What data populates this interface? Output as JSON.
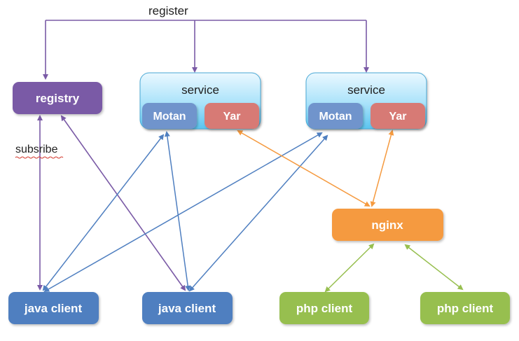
{
  "colors": {
    "purple": "#7a5aa6",
    "service_top": "#e6f6ff",
    "service_bottom": "#5cc6f0",
    "motan": "#6f94cc",
    "yar": "#d77a74",
    "blue": "#4f7fc0",
    "orange": "#f59a3f",
    "green": "#97bf4f",
    "text_dark": "#222222",
    "text_light": "#ffffff"
  },
  "labels": {
    "register": "register",
    "subscribe": "subsribe"
  },
  "nodes": {
    "registry": "registry",
    "service_left": {
      "title": "service",
      "motan": "Motan",
      "yar": "Yar"
    },
    "service_right": {
      "title": "service",
      "motan": "Motan",
      "yar": "Yar"
    },
    "nginx": "nginx",
    "java_client_1": "java client",
    "java_client_2": "java client",
    "php_client_1": "php client",
    "php_client_2": "php client"
  }
}
